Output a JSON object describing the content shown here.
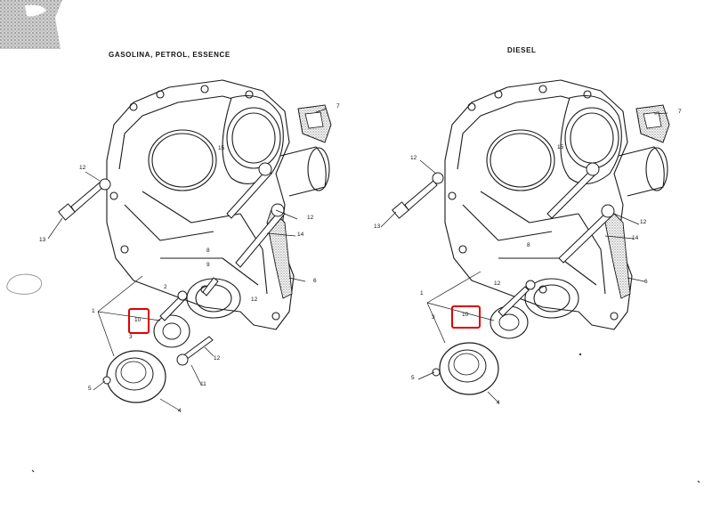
{
  "diagrams": [
    {
      "title": "GASOLINA,  PETROL,  ESSENCE",
      "callouts": [
        "1",
        "2",
        "3",
        "4",
        "5",
        "6",
        "7",
        "8",
        "9",
        "10",
        "11",
        "12",
        "12",
        "12",
        "12",
        "13",
        "14",
        "15"
      ],
      "highlighted": "10"
    },
    {
      "title": "DIESEL",
      "callouts": [
        "1",
        "3",
        "4",
        "5",
        "6",
        "7",
        "8",
        "10",
        "12",
        "12",
        "12",
        "13",
        "14",
        "15"
      ],
      "highlighted": "10"
    }
  ],
  "colors": {
    "highlight": "#e00000",
    "ink": "#1a1a1a"
  }
}
